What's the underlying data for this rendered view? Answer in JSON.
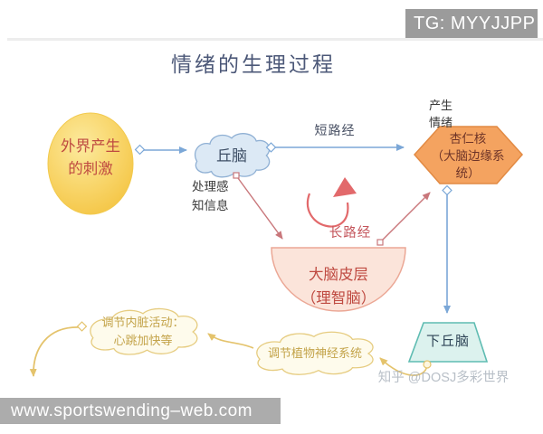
{
  "title": "情绪的生理过程",
  "overlays": {
    "tg_badge": "TG: MYYJJPP",
    "url_bar": "www.sportswending–web.com",
    "watermark": "知乎 @DOSJ多彩世界"
  },
  "nodes": {
    "stimulus": "外界产生\n的刺激",
    "thalamus": "丘脑",
    "amygdala": "杏仁核\n（大脑边缘系\n统）",
    "cortex": "大脑皮层\n（理智脑）",
    "hypothalamus": "下丘脑",
    "visceral": "调节内脏活动：\n心跳加快等",
    "autonomic": "调节植物神经系统"
  },
  "annotations": {
    "thalamus_note": "处理感\n知信息",
    "amygdala_note": "产生\n情绪"
  },
  "edges": [
    {
      "from": "stimulus",
      "to": "thalamus",
      "label": "",
      "color": "#7ba7d7"
    },
    {
      "from": "thalamus",
      "to": "amygdala",
      "label": "短路经",
      "color": "#7ba7d7"
    },
    {
      "from": "thalamus",
      "to": "cortex",
      "label": "长路经",
      "color": "#c9777b"
    },
    {
      "from": "cortex",
      "to": "amygdala",
      "label": "",
      "color": "#c9777b"
    },
    {
      "from": "amygdala",
      "to": "hypothalamus",
      "label": "",
      "color": "#7ba7d7"
    },
    {
      "from": "hypothalamus",
      "to": "autonomic",
      "label": "",
      "color": "#e4c36c"
    },
    {
      "from": "autonomic",
      "to": "visceral",
      "label": "",
      "color": "#e4c36c"
    },
    {
      "from": "visceral",
      "to": "body-response",
      "label": "",
      "color": "#e4c36c"
    }
  ],
  "colors": {
    "blue_arrow": "#7ba7d7",
    "red_arrow": "#c9777b",
    "yellow_arrow": "#e4c36c",
    "circle_fill": "#f7cf55",
    "thalamus_cloud_fill": "#dce9f5",
    "hexagon_fill": "#f4a360",
    "cortex_fill": "#fbe4da",
    "trapezoid_fill": "#dcf2ee",
    "yellow_cloud_fill": "#fefbec",
    "badge_bg": "#9b9b9b",
    "url_bar_bg": "#acacac"
  }
}
